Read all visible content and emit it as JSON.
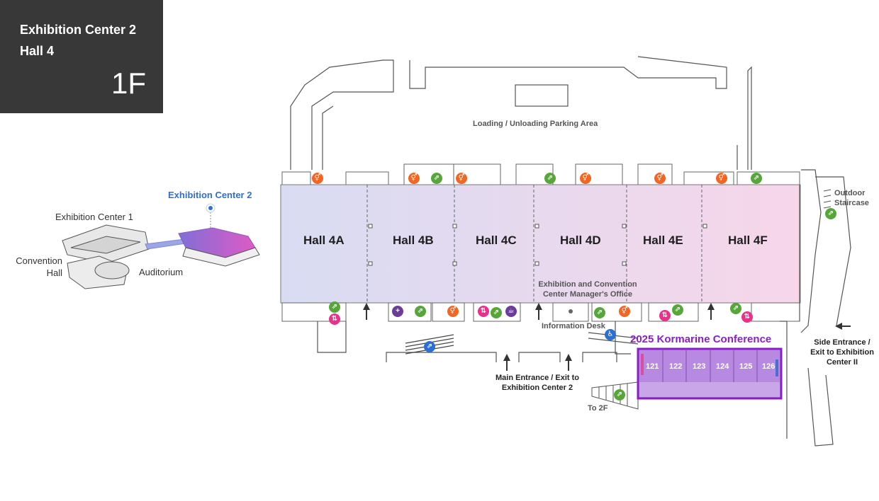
{
  "header": {
    "line1": "Exhibition Center 2",
    "line2": "Hall 4",
    "floor": "1F"
  },
  "overview": {
    "highlight_label": "Exhibition Center 2",
    "building_1": "Exhibition Center 1",
    "convention_line1": "Convention",
    "convention_line2": "Hall",
    "auditorium": "Auditorium"
  },
  "halls": [
    "Hall 4A",
    "Hall 4B",
    "Hall 4C",
    "Hall 4D",
    "Hall 4E",
    "Hall 4F"
  ],
  "labels": {
    "loading": "Loading / Unloading Parking Area",
    "outdoor_line1": "Outdoor",
    "outdoor_line2": "Staircase",
    "manager_line1": "Exhibition and Convention",
    "manager_line2": "Center Manager's Office",
    "info_desk": "Information Desk",
    "main_entrance_line1": "Main Entrance / Exit to",
    "main_entrance_line2": "Exhibition Center 2",
    "to_2f": "To 2F",
    "side_line1": "Side Entrance /",
    "side_line2": "Exit to Exhibition",
    "side_line3": "Center II"
  },
  "conference": {
    "title": "2025 Kormarine Conference",
    "rooms": [
      "121",
      "122",
      "123",
      "124",
      "125",
      "126"
    ],
    "color": "#8a1fc9"
  },
  "icons": {
    "restroom": "restroom-icon",
    "stairs": "stairs-icon",
    "elevator": "elevator-icon",
    "accessible": "accessible-icon",
    "escalator": "escalator-icon",
    "cafe": "cafe-icon",
    "first_aid": "first-aid-icon"
  },
  "colors": {
    "restroom": "#f26522",
    "stairs": "#57a639",
    "elevator": "#e8318a",
    "accessible": "#2a6fd1",
    "service": "#6a3d9a",
    "hall_gradient_start": "#d8dcf2",
    "hall_gradient_end": "#f7d6ea"
  }
}
